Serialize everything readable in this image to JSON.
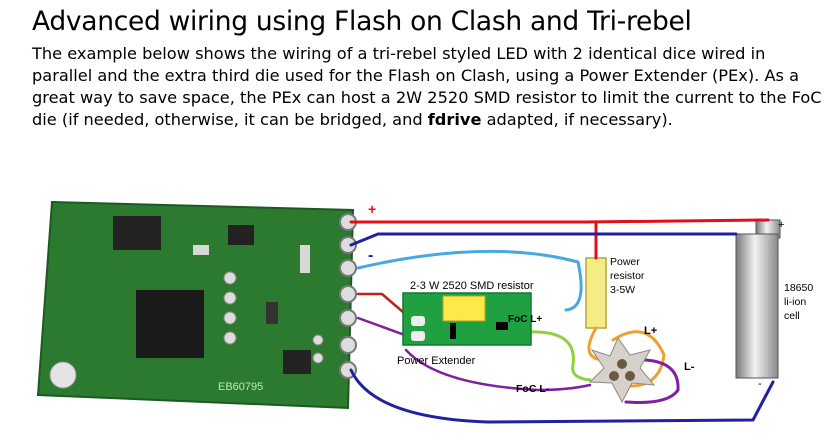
{
  "heading": "Advanced wiring using Flash on Clash and Tri-rebel",
  "intro": {
    "part1": "The example below shows the wiring of a tri-rebel styled LED with 2 identical dice wired in parallel and the extra third die used for the Flash on Clash, using a Power Extender (PEx). As a great way to save space, the PEx can host a 2W 2520 SMD resistor to limit the current to the FoC die (if needed, otherwise, it can be bridged, and ",
    "emphasis": "fdrive",
    "part2": " adapted, if necessary)."
  },
  "diagram": {
    "plus_sign": "+",
    "minus_sign": "-",
    "smd_resistor_label": "2-3 W 2520 SMD resistor",
    "foc_lplus": "FoC L+",
    "power_extender_label": "Power Extender",
    "power_resistor_line1": "Power",
    "power_resistor_line2": "resistor",
    "power_resistor_line3": "3-5W",
    "lplus": "L+",
    "lminus": "L-",
    "foc_lminus": "FoC L-",
    "battery_line1": "18650",
    "battery_line2": "li-ion",
    "battery_line3": "cell",
    "battery_plus": "+",
    "battery_minus": "-",
    "board_silk": "EB60795"
  },
  "colors": {
    "wire_red": "#e0101a",
    "wire_blue": "#2020a0",
    "wire_light_blue": "#4aa8e0",
    "wire_orange": "#f0a030",
    "wire_purple": "#8020a0",
    "wire_green": "#90d040",
    "pcb_green": "#2c7a30",
    "pex_green": "#20a040"
  }
}
